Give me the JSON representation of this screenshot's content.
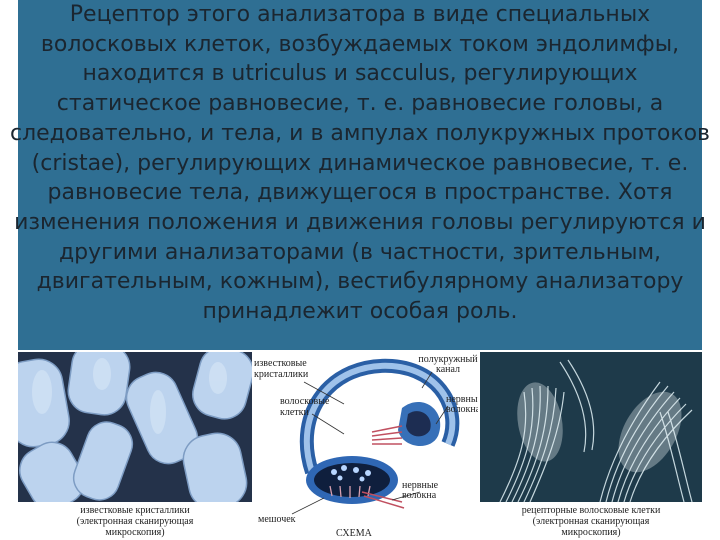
{
  "slide": {
    "lines": [
      "Рецептор этого анализатора в виде специальных",
      "волосковых клеток, возбуждаемых током эндолимфы,",
      "находится в utriculus и sacculus, регулирующих",
      "статическое равновесие, т. е. равновесие головы, а",
      "следовательно, и тела, и в ампулах полукружных протоков",
      "(cristae), регулирующих динамическое равновесие, т. е.",
      "равновесие тела, движущегося в пространстве. Хотя",
      "изменения положения и движения головы регулируются и",
      "другими анализаторами (в частности, зрительным,",
      "двигательным, кожным), вестибулярному анализатору",
      "принадлежит особая роль."
    ]
  },
  "figure": {
    "left_caption": [
      "известковые кристаллики",
      "(электронная сканирующая",
      "микроскопия)"
    ],
    "center_labels": {
      "crystals": [
        "известковые",
        "кристаллики"
      ],
      "canal": [
        "полукружный",
        "канал"
      ],
      "hair_cells": [
        "волосковые",
        "клетки"
      ],
      "nerve_fibers_top": [
        "нервные",
        "волокна"
      ],
      "nerve_fibers_bottom": [
        "нервные",
        "волокна"
      ],
      "sac": "мешочек",
      "scheme": "СХЕМА"
    },
    "right_caption": [
      "рецепторные волосковые клетки",
      "(электронная сканирующая",
      "микроскопия)"
    ]
  },
  "colors": {
    "band": "#2f6f93",
    "text": "#1b2630",
    "crystal": "#b9d2ec"
  }
}
